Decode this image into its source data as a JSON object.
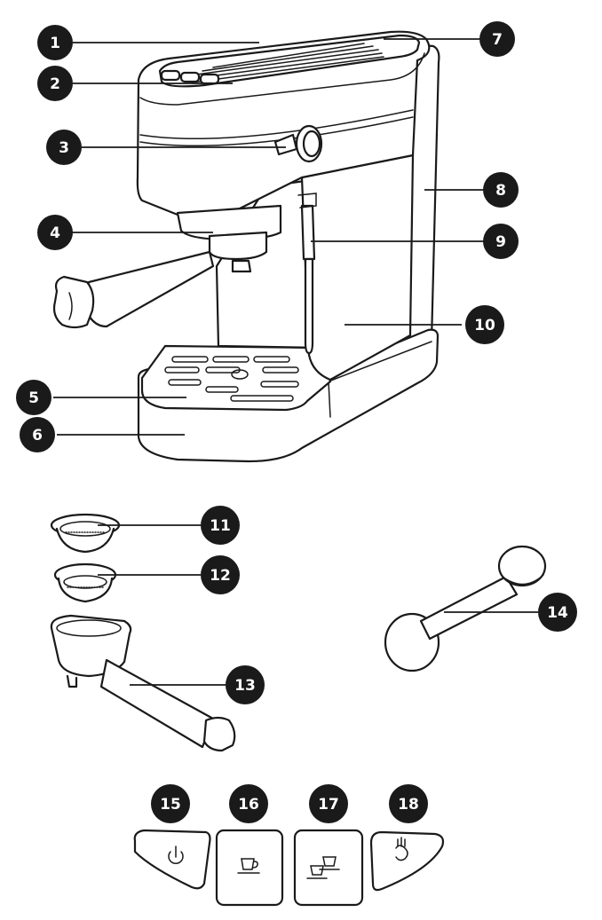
{
  "labels": [
    {
      "id": "1",
      "text": "1"
    },
    {
      "id": "2",
      "text": "2"
    },
    {
      "id": "3",
      "text": "3"
    },
    {
      "id": "4",
      "text": "4"
    },
    {
      "id": "5",
      "text": "5"
    },
    {
      "id": "6",
      "text": "6"
    },
    {
      "id": "7",
      "text": "7"
    },
    {
      "id": "8",
      "text": "8"
    },
    {
      "id": "9",
      "text": "9"
    },
    {
      "id": "10",
      "text": "10"
    },
    {
      "id": "11",
      "text": "11"
    },
    {
      "id": "12",
      "text": "12"
    },
    {
      "id": "13",
      "text": "13"
    },
    {
      "id": "14",
      "text": "14"
    },
    {
      "id": "15",
      "text": "15"
    },
    {
      "id": "16",
      "text": "16"
    },
    {
      "id": "17",
      "text": "17"
    },
    {
      "id": "18",
      "text": "18"
    }
  ],
  "buttons": [
    {
      "label_id": "15",
      "icon": "power-icon"
    },
    {
      "label_id": "16",
      "icon": "single-cup-icon"
    },
    {
      "label_id": "17",
      "icon": "double-cup-icon"
    },
    {
      "label_id": "18",
      "icon": "steam-icon"
    }
  ],
  "colors": {
    "ink": "#1a1a1a",
    "background": "#ffffff"
  }
}
